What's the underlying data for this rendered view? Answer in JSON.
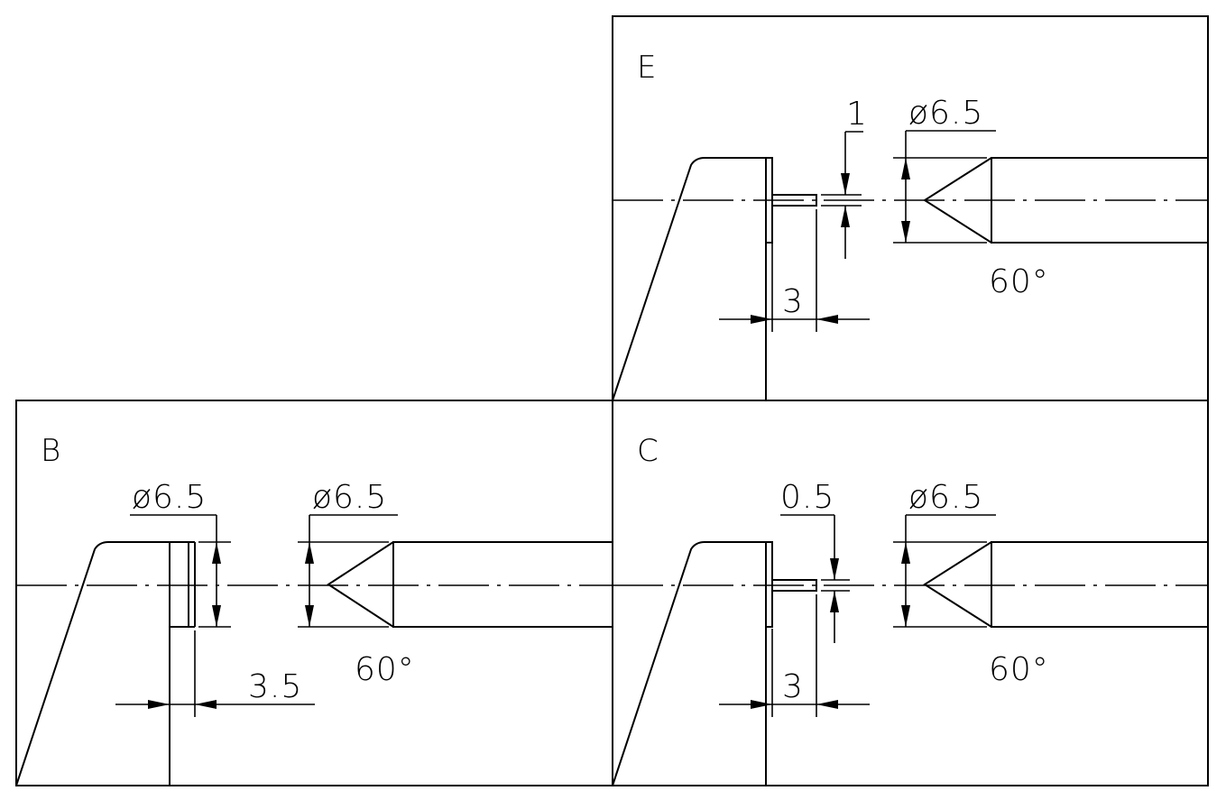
{
  "panels": {
    "E": {
      "label": "E",
      "diameter": "ø6.5",
      "pin_dim": "1",
      "offset_dim": "3",
      "angle": "60°"
    },
    "B": {
      "label": "B",
      "diameter_left": "ø6.5",
      "diameter_right": "ø6.5",
      "offset_dim": "3.5",
      "angle": "60°"
    },
    "C": {
      "label": "C",
      "diameter": "ø6.5",
      "pin_dim": "0.5",
      "offset_dim": "3",
      "angle": "60°"
    }
  }
}
